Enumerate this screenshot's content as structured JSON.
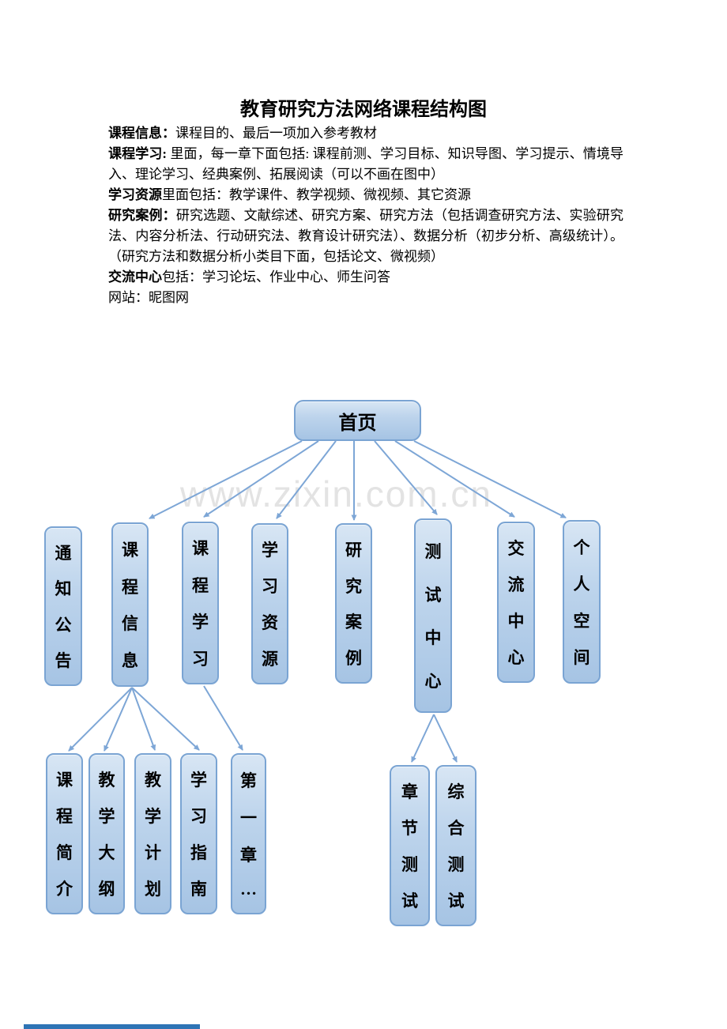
{
  "page": {
    "title": "教育研究方法网络课程结构图",
    "watermark": "www.zixin.com.cn"
  },
  "notes": {
    "p1": {
      "bold": "课程信息：",
      "rest": "课程目的、最后一项加入参考教材"
    },
    "p2": {
      "bold": "课程学习:",
      "rest": " 里面，每一章下面包括: 课程前测、学习目标、知识导图、学习提示、情境导入、理论学习、经典案例、拓展阅读（可以不画在图中）"
    },
    "p3": {
      "bold": "学习资源",
      "rest": "里面包括：教学课件、教学视频、微视频、其它资源"
    },
    "p4": {
      "bold": "研究案例：",
      "rest": "研究选题、文献综述、研究方案、研究方法（包括调查研究方法、实验研究法、内容分析法、行动研究法、教育设计研究法）、数据分析（初步分析、高级统计）。（研究方法和数据分析小类目下面，包括论文、微视频）"
    },
    "p5": {
      "bold": "交流中心",
      "rest": "包括：学习论坛、作业中心、师生问答"
    },
    "p6": {
      "bold": "",
      "rest": "网站：昵图网"
    }
  },
  "diagram": {
    "root": {
      "label": "首页"
    },
    "level1": [
      {
        "label": "通知公告"
      },
      {
        "label": "课程信息"
      },
      {
        "label": "课程学习"
      },
      {
        "label": "学习资源"
      },
      {
        "label": "研究案例"
      },
      {
        "label": "测试中心"
      },
      {
        "label": "交流中心"
      },
      {
        "label": "个人空间"
      }
    ],
    "course_info_children": [
      "课程简介",
      "教学大纲",
      "教学计划",
      "学习指南"
    ],
    "course_learning_children": [
      "第一章…"
    ],
    "test_center_children": [
      "章节测试",
      "综合测试"
    ],
    "colors": {
      "box_border": "#7aa4d3",
      "box_fill_top": "#d8e6f4",
      "box_fill_bottom": "#a6c4e4",
      "arrow": "#7da6d6",
      "watermark_gray": "#e3e3e3",
      "strip_blue": "#2e74b5"
    }
  }
}
